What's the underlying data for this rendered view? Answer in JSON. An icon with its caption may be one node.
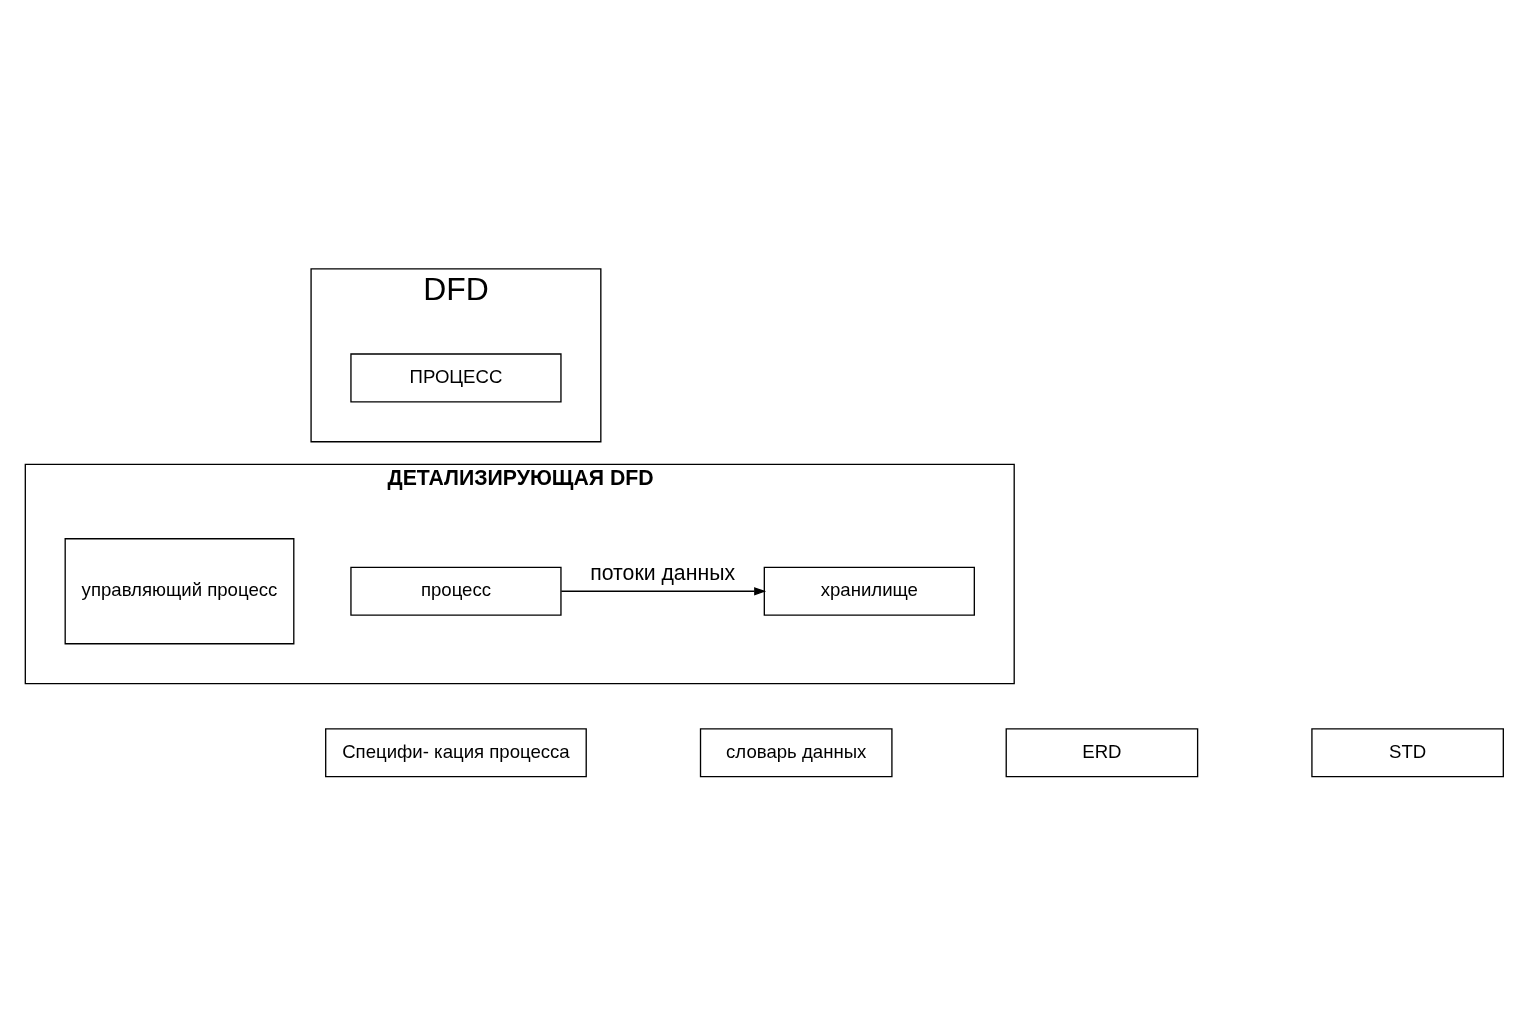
{
  "diagram": {
    "nodes": [
      {
        "text": [
          "DFD"
        ]
      },
      {
        "text": [
          "ПРОЦЕСС"
        ],
        "in": 0
      },
      {
        "text": [
          "ДЕТАЛИЗИРУЮЩАЯ DFD"
        ]
      },
      {
        "text": [
          "процесс"
        ],
        "in": 2
      },
      {
        "text": [
          "хранилище"
        ],
        "in": 2
      },
      {
        "text": [
          "управляющий процесс"
        ],
        "in": 2
      },
      {
        "text": [
          "Специфи- кация процесса"
        ]
      },
      {
        "text": [
          "словарь данных"
        ]
      },
      {
        "text": [
          "ERD"
        ]
      },
      {
        "text": [
          "STD"
        ]
      }
    ],
    "edges": [
      {
        "from": 3,
        "to": 4,
        "arrow": "to",
        "label": "потоки данных"
      }
    ]
  }
}
